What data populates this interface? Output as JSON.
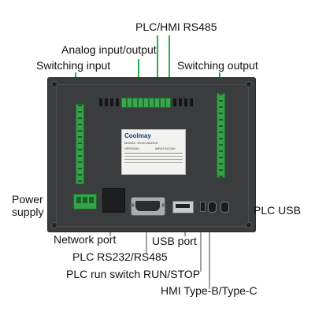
{
  "labels": {
    "plc_hmi_rs485": "PLC/HMI RS485",
    "analog_io": "Analog input/output",
    "switching_input": "Switching input",
    "switching_output": "Switching output",
    "power_supply_line1": "Power",
    "power_supply_line2": "supply",
    "plc_usb": "PLC USB",
    "network_port": "Network port",
    "usb_port": "USB port",
    "plc_rs232_rs485": "PLC RS232/RS485",
    "plc_run_switch": "PLC run switch RUN/STOP",
    "hmi_type_b_c": "HMI Type-B/Type-C"
  },
  "sticker": {
    "brand": "Coolmay",
    "model": "MODEL: EX3G-80430H",
    "version": "VERSION:",
    "voltage": "INPUT:DC24V"
  },
  "colors": {
    "panel": "#3a3c3e",
    "terminal_green": "#35a04a",
    "lead_line": "#26b24b"
  }
}
